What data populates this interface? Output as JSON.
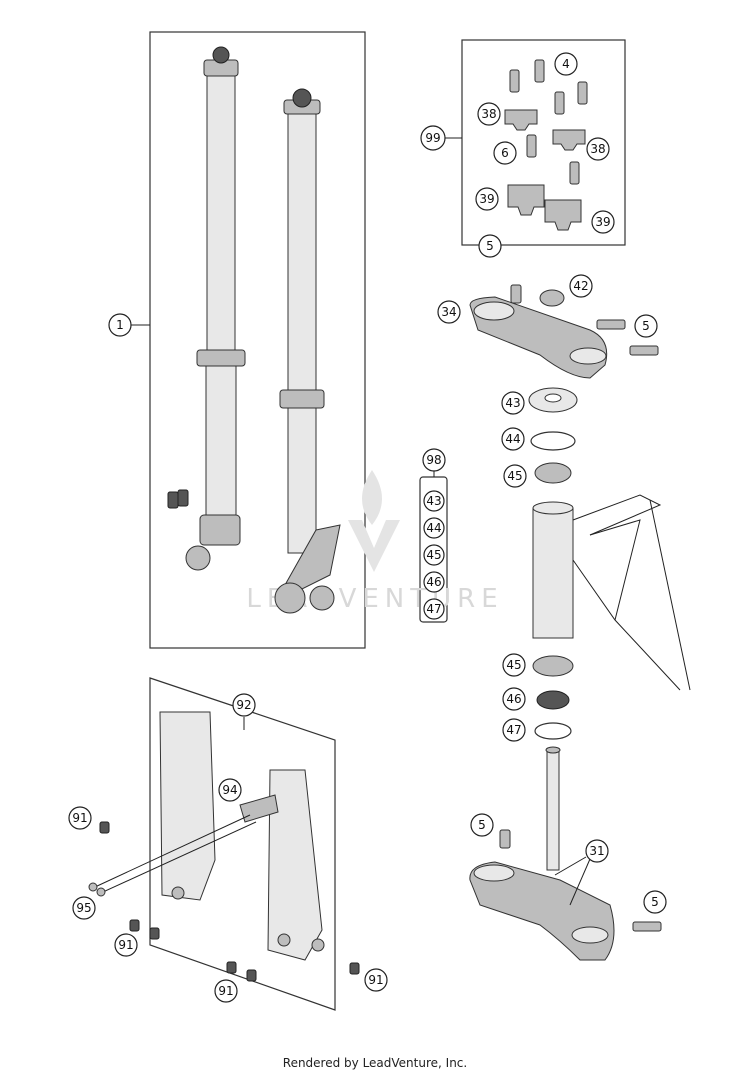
{
  "diagram": {
    "callouts": [
      {
        "id": "c1",
        "label": "1"
      },
      {
        "id": "c4",
        "label": "4"
      },
      {
        "id": "c99",
        "label": "99"
      },
      {
        "id": "c38a",
        "label": "38"
      },
      {
        "id": "c38b",
        "label": "38"
      },
      {
        "id": "c6",
        "label": "6"
      },
      {
        "id": "c39a",
        "label": "39"
      },
      {
        "id": "c39b",
        "label": "39"
      },
      {
        "id": "c5a",
        "label": "5"
      },
      {
        "id": "c42",
        "label": "42"
      },
      {
        "id": "c34",
        "label": "34"
      },
      {
        "id": "c5b",
        "label": "5"
      },
      {
        "id": "c43",
        "label": "43"
      },
      {
        "id": "c44",
        "label": "44"
      },
      {
        "id": "c45a",
        "label": "45"
      },
      {
        "id": "c98",
        "label": "98"
      },
      {
        "id": "k43",
        "label": "43"
      },
      {
        "id": "k44",
        "label": "44"
      },
      {
        "id": "k45",
        "label": "45"
      },
      {
        "id": "k46",
        "label": "46"
      },
      {
        "id": "k47",
        "label": "47"
      },
      {
        "id": "c45b",
        "label": "45"
      },
      {
        "id": "c46",
        "label": "46"
      },
      {
        "id": "c47",
        "label": "47"
      },
      {
        "id": "c92",
        "label": "92"
      },
      {
        "id": "c94",
        "label": "94"
      },
      {
        "id": "c91a",
        "label": "91"
      },
      {
        "id": "c5c",
        "label": "5"
      },
      {
        "id": "c31",
        "label": "31"
      },
      {
        "id": "c95",
        "label": "95"
      },
      {
        "id": "c91b",
        "label": "91"
      },
      {
        "id": "c5d",
        "label": "5"
      },
      {
        "id": "c91c",
        "label": "91"
      },
      {
        "id": "c91d",
        "label": "91"
      }
    ],
    "watermark": "LEADVENTURE"
  },
  "footer": "Rendered by LeadVenture, Inc."
}
